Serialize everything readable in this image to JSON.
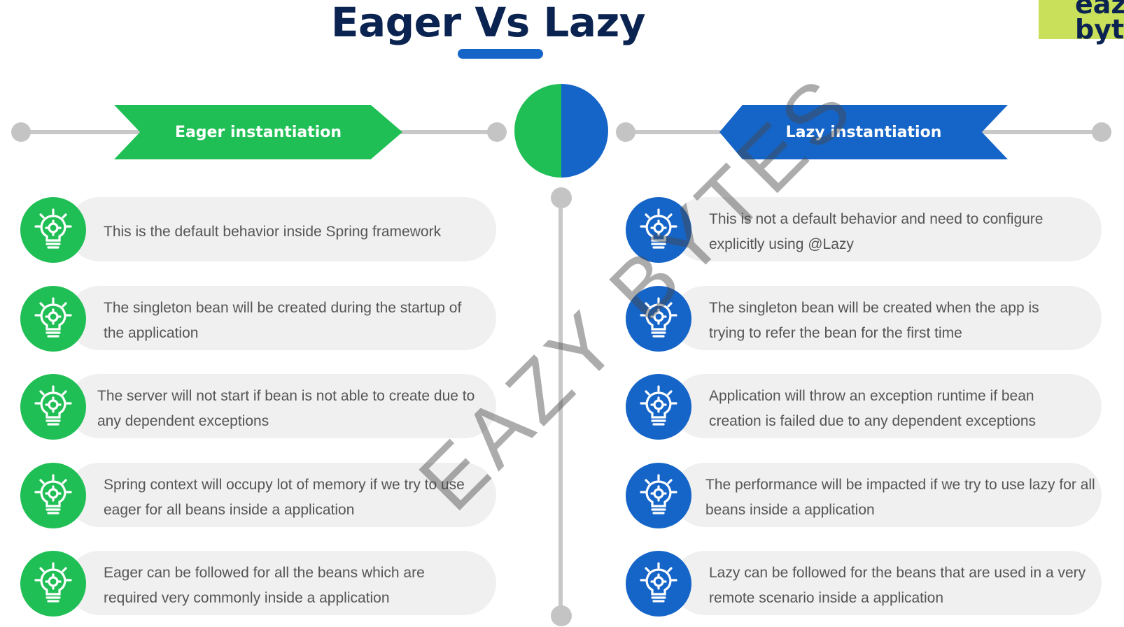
{
  "title": "Eager Vs Lazy",
  "logo": {
    "line1": "eaz",
    "line2": "byt"
  },
  "watermark": "EAZY BYTES",
  "colors": {
    "green": "#20bf55",
    "blue": "#1565c8",
    "navy": "#0b2350",
    "logo_bg": "#c8e05a"
  },
  "eager": {
    "heading": "Eager instantiation",
    "icon": "lightbulb-gear-icon",
    "items": [
      "This is the default behavior inside Spring framework",
      "The singleton bean will be created during the startup of the application",
      "The server will not start if bean is not able to create due to any dependent exceptions",
      "Spring context will occupy lot of memory if we try to use eager for all beans inside a application",
      "Eager can be followed for all the beans which are required very commonly inside a application"
    ]
  },
  "lazy": {
    "heading": "Lazy instantiation",
    "icon": "lightbulb-gear-icon",
    "items": [
      "This is not a default behavior and need to configure explicitly using @Lazy",
      "The singleton bean will be created when the app is trying to refer the bean for the first time",
      "Application will throw an exception runtime if bean creation is failed due to any dependent exceptions",
      "The performance will be impacted if we try to use lazy for all beans inside a application",
      "Lazy can be followed for the beans that are used in a very remote scenario inside a application"
    ]
  }
}
